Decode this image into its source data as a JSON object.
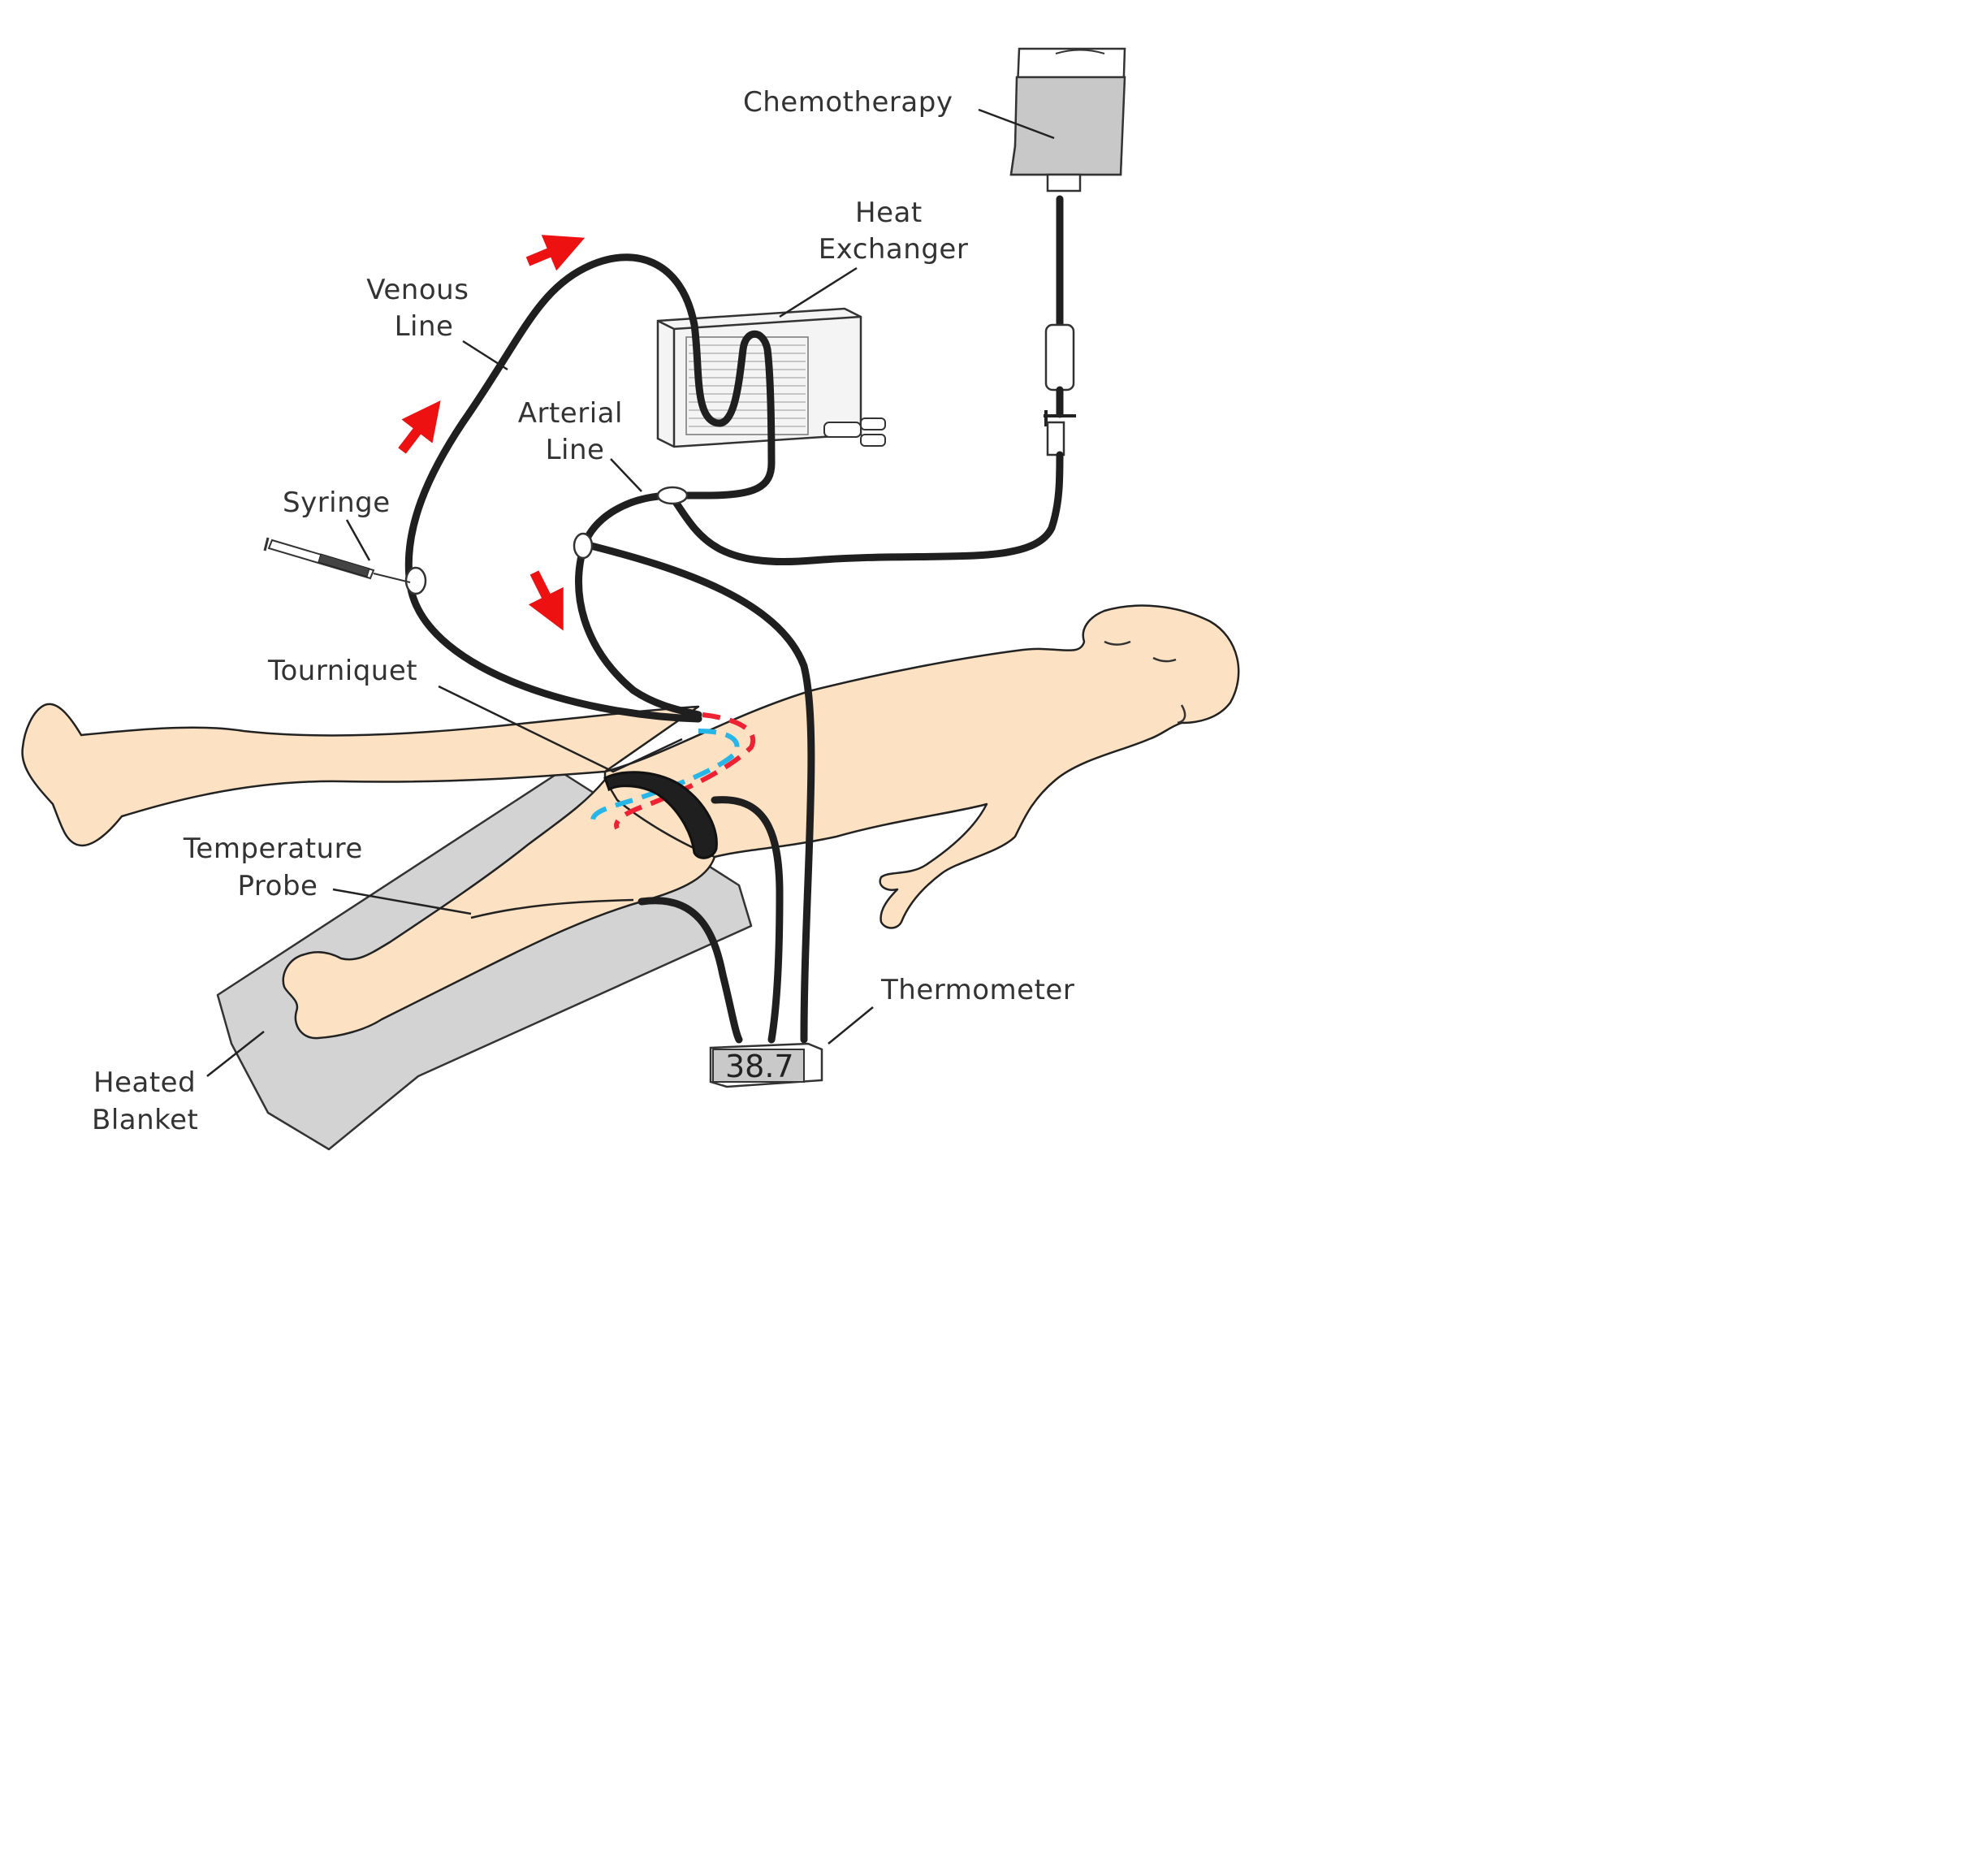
{
  "labels": {
    "chemotherapy": "Chemotherapy",
    "heat_exchanger": [
      "Heat",
      "Exchanger"
    ],
    "venous_line": [
      "Venous",
      "Line"
    ],
    "arterial_line": [
      "Arterial",
      "Line"
    ],
    "syringe": "Syringe",
    "tourniquet": "Tourniquet",
    "temperature_probe": [
      "Temperature",
      "Probe"
    ],
    "thermometer": "Thermometer",
    "heated_blanket": [
      "Heated",
      "Blanket"
    ]
  },
  "thermometer_readout": "38.7",
  "colors": {
    "skin": "#fde1c3",
    "tubing": "#1f1f1f",
    "flow_arrow": "#ee1111",
    "venous_vessel": "#27b6e8",
    "arterial_vessel": "#ee2233",
    "blanket": "#d3d3d3",
    "iv_fluid": "#c8c8c8"
  }
}
